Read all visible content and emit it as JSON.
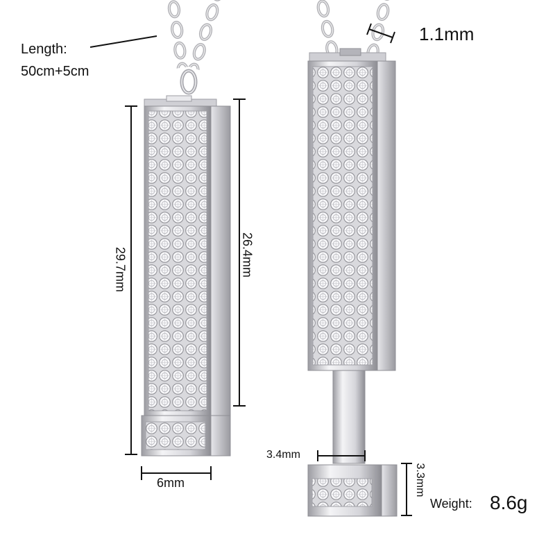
{
  "labels": {
    "chain_length_title": "Length:",
    "chain_length_value": "50cm+5cm",
    "thickness": "1.1mm",
    "height_total": "29.7mm",
    "height_body": "26.4mm",
    "width": "6mm",
    "stem_width": "3.4mm",
    "cap_height": "3.3mm",
    "weight_title": "Weight:",
    "weight_value": "8.6g"
  },
  "colors": {
    "metal": "#c9c9cc",
    "metal_dark": "#8e8e94",
    "metal_light": "#f2f2f4",
    "dimension_line": "#111111"
  }
}
